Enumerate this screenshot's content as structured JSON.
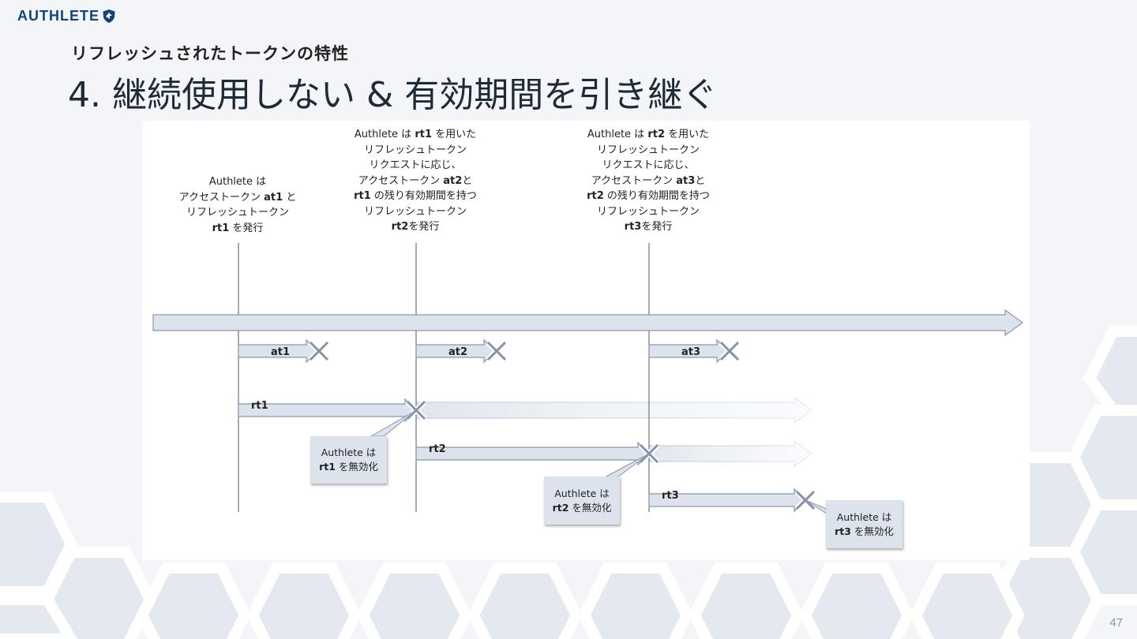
{
  "brand": {
    "name": "AUTHLETE"
  },
  "slide": {
    "subtitle": "リフレッシュされたトークンの特性",
    "title": "4. 継続使用しない & 有効期間を引き継ぐ",
    "page_number": "47"
  },
  "diagram": {
    "notes": [
      {
        "lines": [
          [
            {
              "t": "Authlete は",
              "b": false
            }
          ],
          [
            {
              "t": "アクセストークン ",
              "b": false
            },
            {
              "t": "at1",
              "b": true
            },
            {
              "t": " と",
              "b": false
            }
          ],
          [
            {
              "t": "リフレッシュトークン",
              "b": false
            }
          ],
          [
            {
              "t": "rt1",
              "b": true
            },
            {
              "t": " を発行",
              "b": false
            }
          ]
        ]
      },
      {
        "lines": [
          [
            {
              "t": "Authlete は ",
              "b": false
            },
            {
              "t": "rt1",
              "b": true
            },
            {
              "t": " を用いた",
              "b": false
            }
          ],
          [
            {
              "t": "リフレッシュトークン",
              "b": false
            }
          ],
          [
            {
              "t": "リクエストに応じ、",
              "b": false
            }
          ],
          [
            {
              "t": "アクセストークン ",
              "b": false
            },
            {
              "t": "at2",
              "b": true
            },
            {
              "t": "と",
              "b": false
            }
          ],
          [
            {
              "t": "rt1",
              "b": true
            },
            {
              "t": " の残り有効期間を持つ",
              "b": false
            }
          ],
          [
            {
              "t": "リフレッシュトークン",
              "b": false
            }
          ],
          [
            {
              "t": "rt2",
              "b": true
            },
            {
              "t": "を発行",
              "b": false
            }
          ]
        ]
      },
      {
        "lines": [
          [
            {
              "t": "Authlete は ",
              "b": false
            },
            {
              "t": "rt2",
              "b": true
            },
            {
              "t": " を用いた",
              "b": false
            }
          ],
          [
            {
              "t": "リフレッシュトークン",
              "b": false
            }
          ],
          [
            {
              "t": "リクエストに応じ、",
              "b": false
            }
          ],
          [
            {
              "t": "アクセストークン ",
              "b": false
            },
            {
              "t": "at3",
              "b": true
            },
            {
              "t": "と",
              "b": false
            }
          ],
          [
            {
              "t": "rt2",
              "b": true
            },
            {
              "t": " の残り有効期間を持つ",
              "b": false
            }
          ],
          [
            {
              "t": "リフレッシュトークン",
              "b": false
            }
          ],
          [
            {
              "t": "rt3",
              "b": true
            },
            {
              "t": "を発行",
              "b": false
            }
          ]
        ]
      }
    ],
    "access_tokens": [
      "at1",
      "at2",
      "at3"
    ],
    "refresh_tokens": [
      "rt1",
      "rt2",
      "rt3"
    ],
    "callouts": [
      [
        {
          "t": "Authlete は",
          "b": false
        },
        {
          "t": "rt1",
          "b": true,
          "s": " を無効化"
        }
      ],
      [
        {
          "t": "Authlete は",
          "b": false
        },
        {
          "t": "rt2",
          "b": true,
          "s": " を無効化"
        }
      ],
      [
        {
          "t": "Authlete は",
          "b": false
        },
        {
          "t": "rt3",
          "b": true,
          "s": " を無効化"
        }
      ]
    ]
  },
  "colors": {
    "accent": "#14427a",
    "bar_fill": "#dde3ec",
    "bar_stroke": "#8a97aa",
    "background": "#f3f5f8"
  }
}
